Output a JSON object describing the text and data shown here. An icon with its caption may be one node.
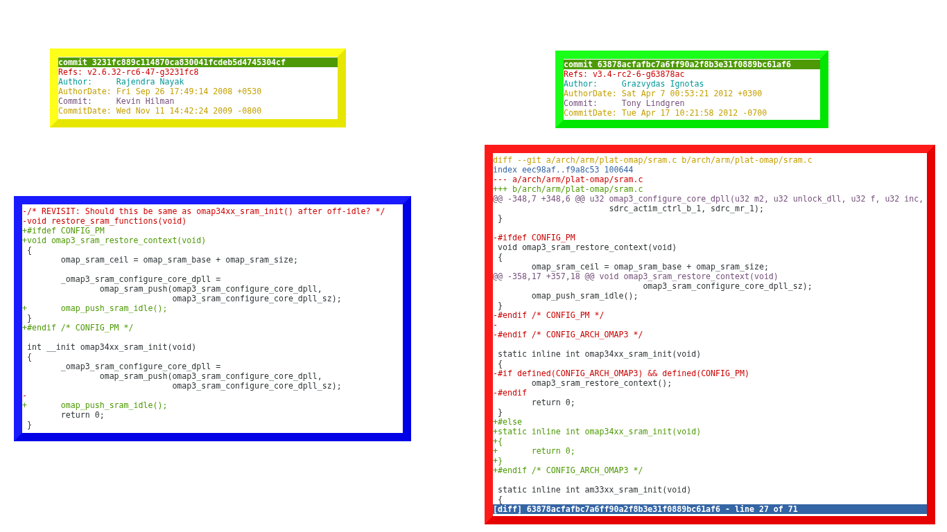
{
  "diagram": {
    "nodes": [
      {
        "text": [
          "commit 3231fc889c114870ca830041fcdeb5d4745304cf",
          "Refs: v2.6.32-rc6-47-g3231fc8",
          "Author:     Rajendra Nayak",
          "AuthorDate: Fri Sep 26 17:49:14 2008 +0530",
          "Commit:     Kevin Hilman",
          "CommitDate: Wed Nov 11 14:42:24 2009 -0800"
        ]
      },
      {
        "text": [
          "commit 63878acfafbc7a6ff90a2f8b3e31f0889bc61af6",
          "Refs: v3.4-rc2-6-g63878ac",
          "Author:     Grazvydas Ignotas",
          "AuthorDate: Sat Apr 7 00:53:21 2012 +0300",
          "Commit:     Tony Lindgren",
          "CommitDate: Tue Apr 17 10:21:58 2012 -0700"
        ]
      },
      {
        "text": [
          "-/* REVISIT: Should this be same as omap34xx_sram_init() after off-idle? */",
          "-void restore_sram_functions(void)",
          "+#ifdef CONFIG_PM",
          "+void omap3_sram_restore_context(void)",
          " {",
          "        omap_sram_ceil = omap_sram_base + omap_sram_size;",
          "        _omap3_sram_configure_core_dpll =",
          "                omap_sram_push(omap3_sram_configure_core_dpll,",
          "                               omap3_sram_configure_core_dpll_sz);",
          "+       omap_push_sram_idle();",
          " }",
          "+#endif /* CONFIG_PM */",
          " int __init omap34xx_sram_init(void)",
          " {",
          "        _omap3_sram_configure_core_dpll =",
          "                omap_sram_push(omap3_sram_configure_core_dpll,",
          "                               omap3_sram_configure_core_dpll_sz);",
          "-",
          "+       omap_push_sram_idle();",
          "        return 0;",
          " }"
        ]
      },
      {
        "text": [
          "diff --git a/arch/arm/plat-omap/sram.c b/arch/arm/plat-omap/sram.c",
          "index eec98af..f9a8c53 100644",
          "--- a/arch/arm/plat-omap/sram.c",
          "+++ b/arch/arm/plat-omap/sram.c",
          "@@ -348,7 +348,6 @@ u32 omap3_configure_core_dpll(u32 m2, u32 unlock_dll, u32 f, u32 inc,",
          "                        sdrc_actim_ctrl_b_1, sdrc_mr_1);",
          " }",
          "-#ifdef CONFIG_PM",
          " void omap3_sram_restore_context(void)",
          " {",
          "        omap_sram_ceil = omap_sram_base + omap_sram_size;",
          "@@ -358,17 +357,18 @@ void omap3_sram_restore_context(void)",
          "                               omap3_sram_configure_core_dpll_sz);",
          "        omap_push_sram_idle();",
          " }",
          "-#endif /* CONFIG_PM */",
          "-",
          "-#endif /* CONFIG_ARCH_OMAP3 */",
          " static inline int omap34xx_sram_init(void)",
          " {",
          "-#if defined(CONFIG_ARCH_OMAP3) && defined(CONFIG_PM)",
          "        omap3_sram_restore_context();",
          "-#endif",
          "        return 0;",
          " }",
          "+#else",
          "+static inline int omap34xx_sram_init(void)",
          "+{",
          "+       return 0;",
          "+}",
          "+#endif /* CONFIG_ARCH_OMAP3 */",
          " static inline int am33xx_sram_init(void)",
          " {",
          "[diff] 63878acfafbc7a6ff90a2f8b3e31f0889bc61af6 - line 27 of 71"
        ]
      }
    ]
  }
}
